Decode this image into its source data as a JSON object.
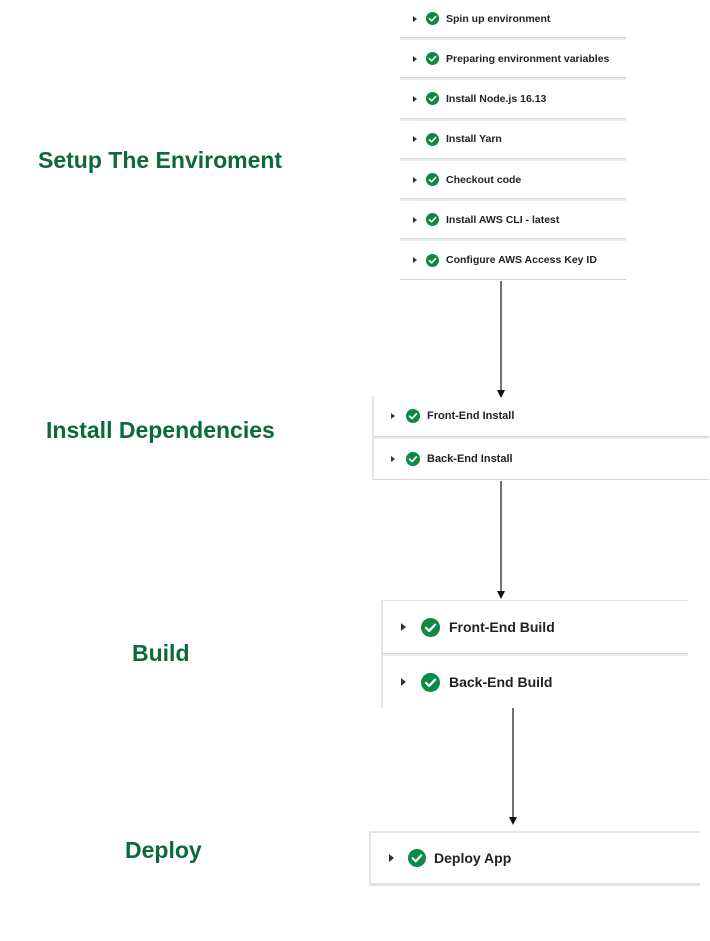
{
  "colors": {
    "stage_label": "#0c6a3a",
    "check": "#0b8a43",
    "arrow": "#111111"
  },
  "stages": [
    {
      "label": "Setup The Enviroment",
      "steps": [
        "Spin up environment",
        "Preparing environment variables",
        "Install Node.js 16.13",
        "Install Yarn",
        "Checkout code",
        "Install AWS CLI - latest",
        "Configure AWS Access Key ID"
      ]
    },
    {
      "label": "Install Dependencies",
      "steps": [
        "Front-End Install",
        "Back-End Install"
      ]
    },
    {
      "label": "Build",
      "steps": [
        "Front-End Build",
        "Back-End Build"
      ]
    },
    {
      "label": "Deploy",
      "steps": [
        "Deploy App"
      ]
    }
  ],
  "icons": {
    "expand": "caret-right-icon",
    "status": "check-circle-icon"
  }
}
